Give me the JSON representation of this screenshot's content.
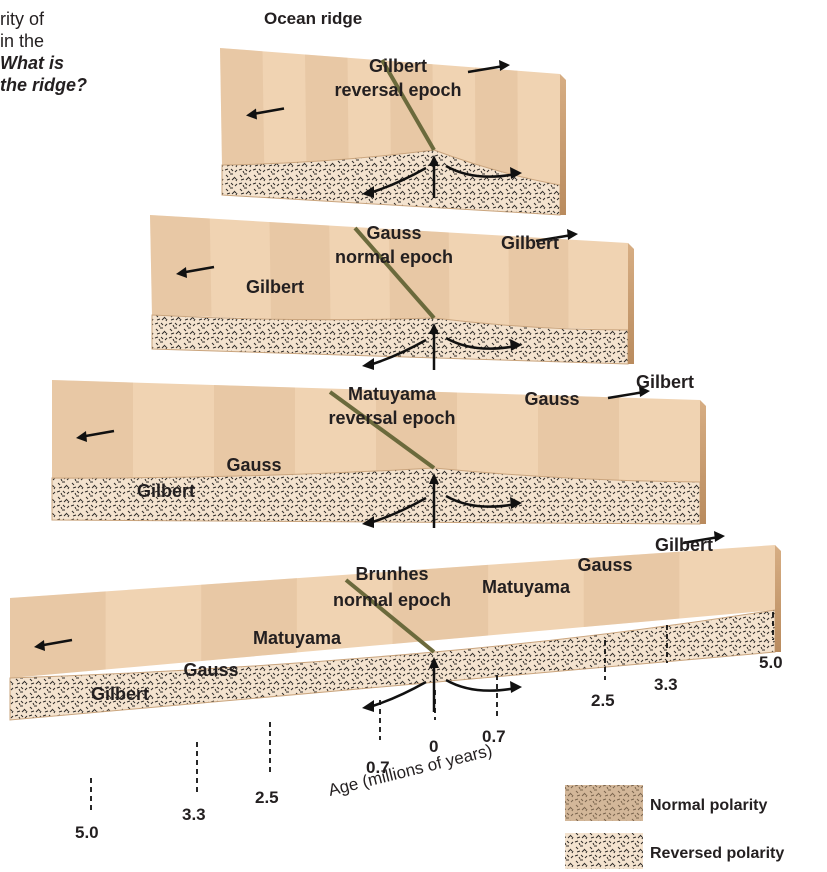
{
  "caption": {
    "line1": "rity of",
    "line2": "in the",
    "line3": "What is",
    "line4": "the ridge?"
  },
  "title": "Ocean ridge",
  "slabs": [
    {
      "center_label": [
        "Gilbert",
        "reversal epoch"
      ],
      "side_labels": []
    },
    {
      "center_label": [
        "Gauss",
        "normal epoch"
      ],
      "side_labels": [
        "Gilbert",
        "Gilbert"
      ]
    },
    {
      "center_label": [
        "Matuyama",
        "reversal epoch"
      ],
      "side_labels": [
        "Gauss",
        "Gilbert",
        "Gauss",
        "Gilbert"
      ]
    },
    {
      "center_label": [
        "Brunhes",
        "normal epoch"
      ],
      "side_labels": [
        "Matuyama",
        "Gauss",
        "Gilbert",
        "Matuyama",
        "Gauss",
        "Gilbert"
      ]
    }
  ],
  "age_axis": {
    "label": "Age (millions of years)",
    "ticks": [
      "0",
      "0.7",
      "0.7",
      "2.5",
      "2.5",
      "3.3",
      "3.3",
      "5.0",
      "5.0"
    ]
  },
  "legend": [
    {
      "label": "Normal polarity",
      "color": "#b8936e"
    },
    {
      "label": "Reversed polarity",
      "color": "#e9c9a8"
    }
  ],
  "colors": {
    "top_light": "#f0d3b2",
    "top_dark": "#dab48d",
    "front": "#f2dcc4",
    "side": "#c99e72",
    "ridge": "#6b6a3c",
    "text": "#231f20"
  }
}
